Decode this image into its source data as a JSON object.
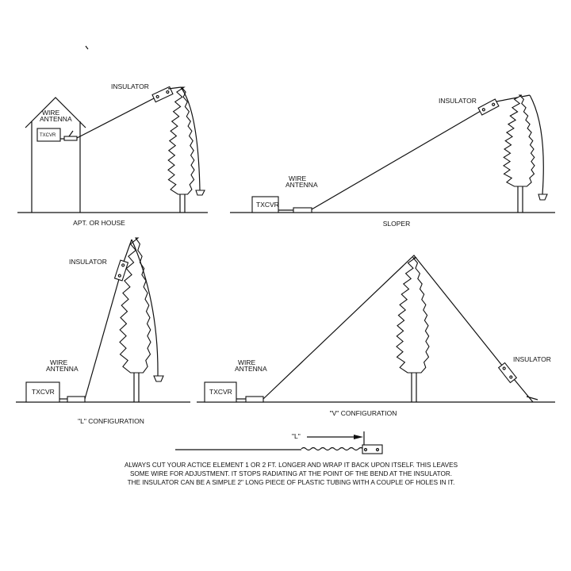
{
  "panels": {
    "house": {
      "insulator_label": "INSULATOR",
      "wire_label_1": "WIRE",
      "wire_label_2": "ANTENNA",
      "radio_label": "TXCVR",
      "caption": "APT. OR HOUSE"
    },
    "sloper": {
      "insulator_label": "INSULATOR",
      "wire_label_1": "WIRE",
      "wire_label_2": "ANTENNA",
      "radio_label": "TXCVR",
      "caption": "SLOPER"
    },
    "l_config": {
      "insulator_label": "INSULATOR",
      "wire_label_1": "WIRE",
      "wire_label_2": "ANTENNA",
      "radio_label": "TXCVR",
      "caption": "\"L\" CONFIGURATION"
    },
    "v_config": {
      "insulator_label": "INSULATOR",
      "wire_label_1": "WIRE",
      "wire_label_2": "ANTENNA",
      "radio_label": "TXCVR",
      "caption": "\"V\" CONFIGURATION"
    }
  },
  "detail": {
    "length_label": "\"L\""
  },
  "notes": [
    "ALWAYS CUT YOUR ACTICE ELEMENT 1 OR 2 FT. LONGER AND WRAP IT BACK UPON ITSELF. THIS LEAVES",
    "SOME WIRE FOR ADJUSTMENT. IT STOPS RADIATING AT THE POINT OF THE BEND AT THE INSULATOR.",
    "THE INSULATOR CAN BE A SIMPLE 2\" LONG  PIECE OF PLASTIC TUBING WITH A COUPLE OF HOLES IN IT."
  ]
}
